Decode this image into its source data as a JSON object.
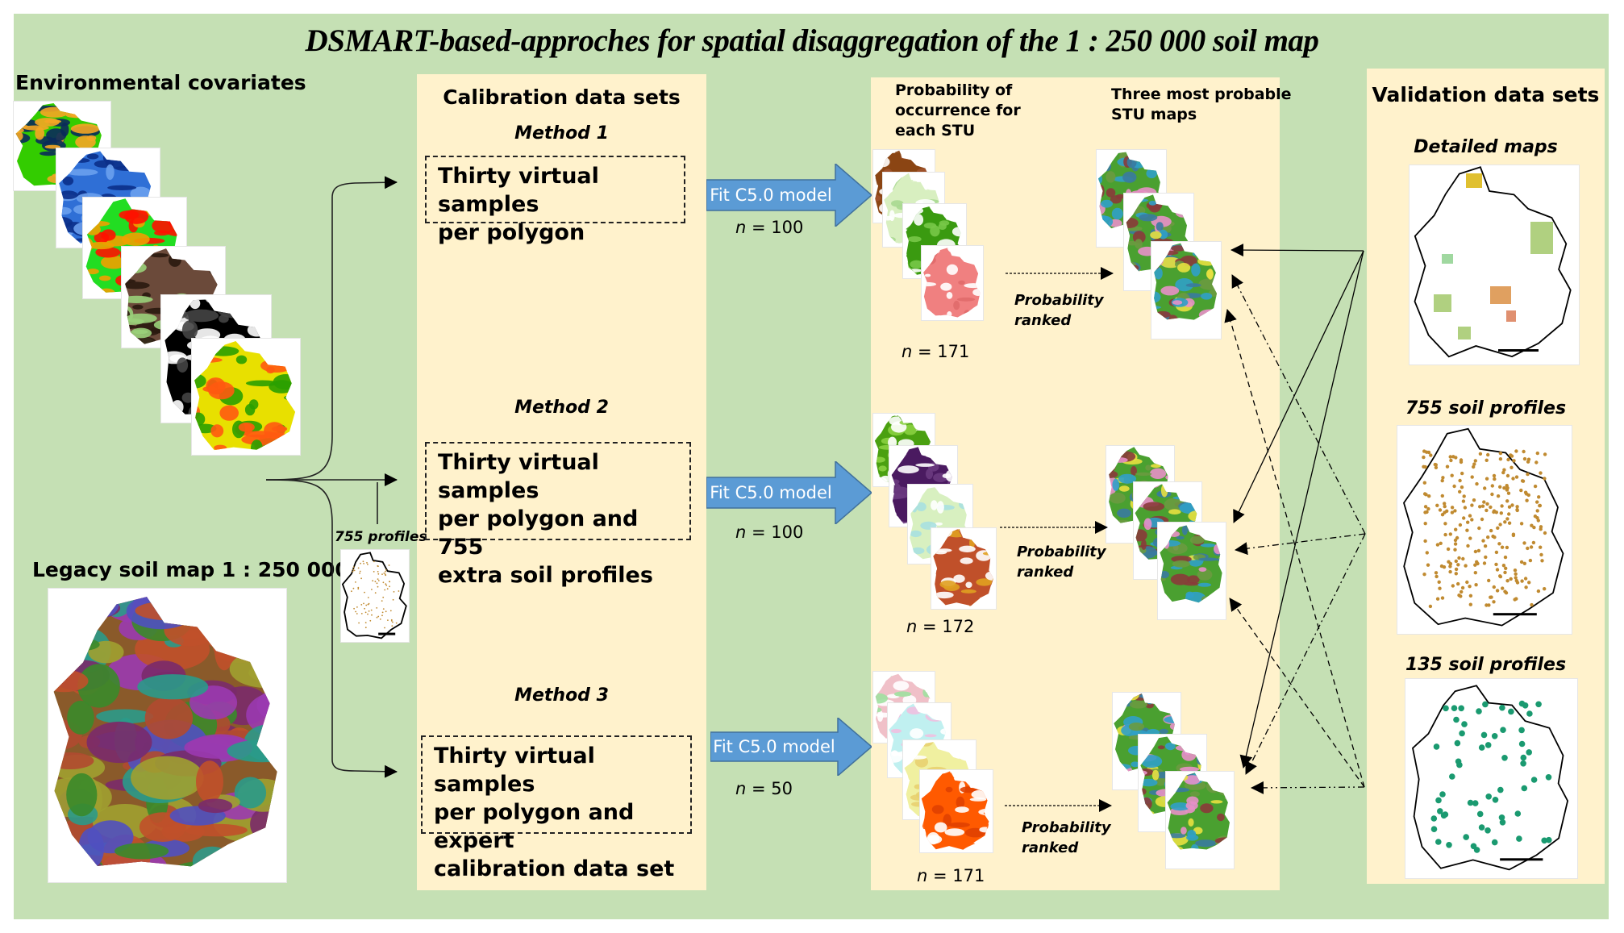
{
  "title": "DSMART-based-approches for spatial disaggregation of the 1 : 250 000 soil map",
  "left": {
    "covariates_heading": "Environmental covariates",
    "covariate_maps": [
      {
        "name": "covariate-1",
        "palette": [
          "#33cc00",
          "#f5a623",
          "#0a2a5a"
        ]
      },
      {
        "name": "covariate-2",
        "palette": [
          "#2f6fd6",
          "#0b2f8a",
          "#6aa0ee"
        ]
      },
      {
        "name": "covariate-3",
        "palette": [
          "#22dd22",
          "#ff1100",
          "#f0a000"
        ]
      },
      {
        "name": "covariate-4",
        "palette": [
          "#6b4a3a",
          "#9ad07a",
          "#2a1a10"
        ]
      },
      {
        "name": "covariate-5",
        "palette": [
          "#000000",
          "#444444",
          "#ffffff"
        ]
      },
      {
        "name": "covariate-6",
        "palette": [
          "#e8e000",
          "#ff5a10",
          "#2aa000"
        ]
      }
    ],
    "legacy_heading": "Legacy soil map 1 : 250 000",
    "legacy_palette": [
      "#8a5a2a",
      "#9a3ab0",
      "#3a8a2a",
      "#a0a030",
      "#c0502a",
      "#5050c0",
      "#2a9a8a",
      "#7a2a6a",
      "#b04a30"
    ],
    "profiles_label": "755 profiles"
  },
  "calibration": {
    "heading": "Calibration data sets",
    "methods": [
      {
        "label": "Method 1",
        "box_lines": [
          "Thirty virtual samples",
          "per polygon"
        ],
        "fit_label": "Fit C5.0 model",
        "n_var": "n",
        "n_value": "= 100"
      },
      {
        "label": "Method 2",
        "box_lines": [
          "Thirty virtual samples",
          "per polygon and 755",
          "extra soil profiles"
        ],
        "fit_label": "Fit C5.0 model",
        "n_var": "n",
        "n_value": "= 100"
      },
      {
        "label": "Method 3",
        "box_lines": [
          "Thirty virtual samples",
          "per polygon and expert",
          "calibration data set"
        ],
        "fit_label": "Fit C5.0 model",
        "n_var": "n",
        "n_value": "= 50"
      }
    ]
  },
  "results": {
    "prob_heading_lines": [
      "Probability of",
      "occurrence for",
      "each STU"
    ],
    "stu_heading_lines": [
      "Three most probable",
      "STU maps"
    ],
    "rows": [
      {
        "ranked_lines": [
          "Probability",
          "ranked"
        ],
        "n_var": "n",
        "n_value": "= 171",
        "prob_palettes": [
          [
            "#8b4513",
            "#a0522d"
          ],
          [
            "#d8efc0",
            "#a8d890"
          ],
          [
            "#3a9a10",
            "#78c848"
          ],
          [
            "#f08080",
            "#e06a6a"
          ]
        ]
      },
      {
        "ranked_lines": [
          "Probability",
          "ranked"
        ],
        "n_var": "n",
        "n_value": "= 172",
        "prob_palettes": [
          [
            "#4aa010",
            "#8ad040"
          ],
          [
            "#4a1a60",
            "#6a3a80"
          ],
          [
            "#d8f0c0",
            "#a8e0e0"
          ],
          [
            "#c0502a",
            "#e0a020"
          ]
        ]
      },
      {
        "ranked_lines": [
          "Probability",
          "ranked"
        ],
        "n_var": "n",
        "n_value": "= 171",
        "prob_palettes": [
          [
            "#f0c0c8",
            "#a0e0a0"
          ],
          [
            "#c0f0f0",
            "#f0c0e0"
          ],
          [
            "#f0f0a0",
            "#e8d070"
          ],
          [
            "#ff5a00",
            "#e04000"
          ]
        ]
      }
    ],
    "stu_palette": [
      "#4aa030",
      "#e8e040",
      "#e890c8",
      "#30a0c8",
      "#8a3a3a",
      "#6a9a40",
      "#3a7aa0"
    ]
  },
  "validation": {
    "heading": "Validation data sets",
    "sets": [
      {
        "label": "Detailed maps",
        "dot_color": "#b0d080"
      },
      {
        "label": "755 soil profiles",
        "dot_color": "#c08a30"
      },
      {
        "label": "135 soil profiles",
        "dot_color": "#1a9a70"
      }
    ]
  }
}
